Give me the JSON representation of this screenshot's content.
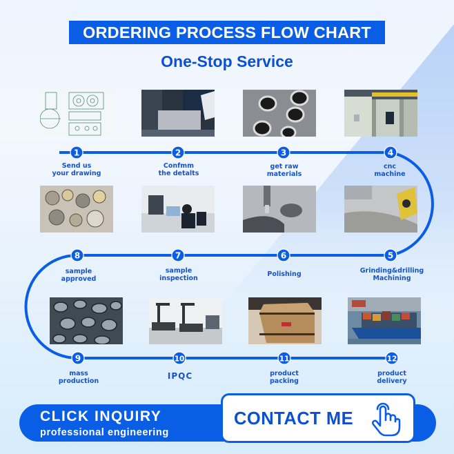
{
  "header": {
    "title": "ORDERING PROCESS FLOW CHART",
    "subtitle": "One-Stop Service"
  },
  "colors": {
    "primary": "#0a5ee6",
    "text_blue": "#1653c7",
    "diagonal_panel": "#bcd4f7"
  },
  "steps": [
    {
      "number": "1",
      "label": "Send us\nyour drawing",
      "image": "technical-drawing-photo"
    },
    {
      "number": "2",
      "label": "Confmm\nthe detalts",
      "image": "business-meeting-laptop-photo"
    },
    {
      "number": "3",
      "label": "get raw\nmaterials",
      "image": "steel-tubes-photo"
    },
    {
      "number": "4",
      "label": "cnc\nmachine",
      "image": "cnc-machine-photo"
    },
    {
      "number": "5",
      "label": "Grinding&drilling\nMachining",
      "image": "lathe-cutting-tool-photo"
    },
    {
      "number": "6",
      "label": "Polishing",
      "image": "milling-cutter-photo"
    },
    {
      "number": "7",
      "label": "sample\ninspection",
      "image": "inspection-lab-photo"
    },
    {
      "number": "8",
      "label": "sample\napproved",
      "image": "machined-parts-photo"
    },
    {
      "number": "9",
      "label": "mass\nproduction",
      "image": "metal-nuts-pile-photo"
    },
    {
      "number": "10",
      "label": "IPQC",
      "image": "cmm-lab-photo"
    },
    {
      "number": "11",
      "label": "product\npacking",
      "image": "packing-box-photo"
    },
    {
      "number": "12",
      "label": "product\ndelivery",
      "image": "container-ship-photo"
    }
  ],
  "cta": {
    "title": "CLICK INQUIRY",
    "subtitle": "professional engineering",
    "button_label": "CONTACT ME",
    "button_icon": "pointing-hand-icon"
  }
}
